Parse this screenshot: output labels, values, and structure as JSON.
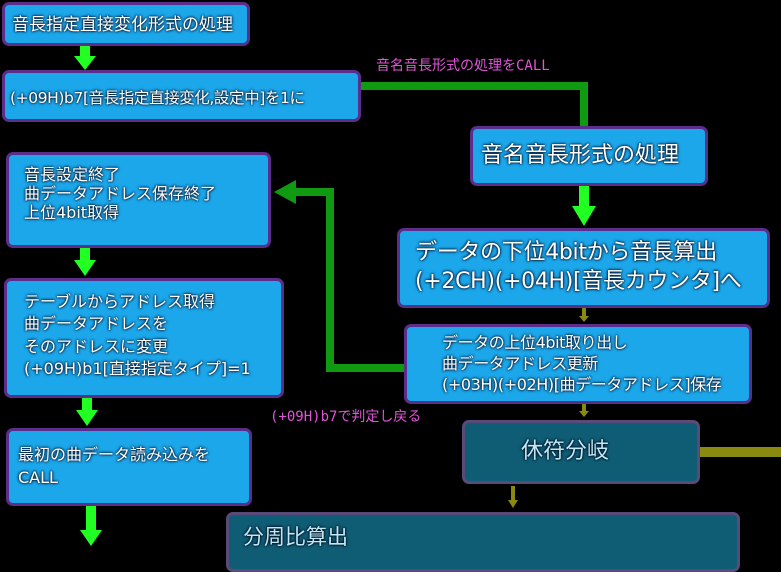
{
  "boxes": {
    "b1": "音長指定直接変化形式の処理",
    "b2": "(+09H)b7[音長指定直接変化,設定中]を1に",
    "b3": "音長設定終了\n曲データアドレス保存終了\n上位4bit取得",
    "b4": "テーブルからアドレス取得\n曲データアドレスを\nそのアドレスに変更\n(+09H)b1[直接指定タイプ]=1",
    "b5": "最初の曲データ読み込みを\nCALL",
    "r1": "音名音長形式の処理",
    "r2": "データの下位4bitから音長算出\n(+2CH)(+04H)[音長カウンタ]へ",
    "r3": "データの上位4bit取り出し\n曲データアドレス更新\n(+03H)(+02H)[曲データアドレス]保存",
    "r4": "休符分岐",
    "r5": "分周比算出"
  },
  "labels": {
    "call": "音名音長形式の処理をCALL",
    "back": "(+09H)b7で判定し戻る"
  },
  "colors": {
    "box_fill": "#1ba7ea",
    "box_border": "#5a2e8a",
    "dim_fill": "#0f5d74",
    "green_arrow": "#22ff22",
    "dark_green_line": "#0f9a12",
    "olive": "#8a8a10",
    "label_pink": "#e055d8"
  }
}
